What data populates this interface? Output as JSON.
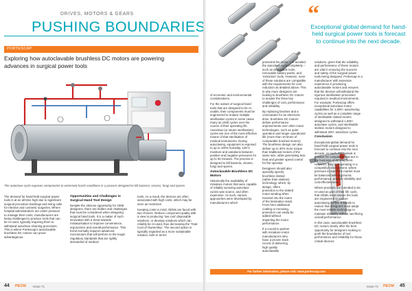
{
  "left": {
    "kicker": "DRIVES, MOTORS & GEARS",
    "headline": "PUSHING BOUNDARIES",
    "tag": "PORTESCAP",
    "standfirst": "Exploring how autoclavable brushless DC motors are powering advances in surgical power tools",
    "caption": "The autoclave cycle exposes components to extremely harsh conditions in a process designed to kill bacteria, viruses, fungi and spores",
    "col1": [
      "The demand for hand-held surgical power tools is at an all-time high due to significant surgical procedure backlogs and rising calls for elective and cosmetic surgeries. Where hospital administrators are under pressure to manage their costs, manufacturers are being challenged to produce tools that can be re-used, typically requiring them to withstand autoclave cleaning processes. This is where Portescap’s autoclavable brushless DC motors can prove advantageous."
    ],
    "col2_heading": "Opportunities and Challenges in Surgical Hand Tool Design",
    "col2": [
      "Despite the obvious opportunity for OEM designers, there are hidden and challenges that must be considered when designing surgical hand tools. It is a matter of such innovation with a trend towards miniaturisation to improve convenience, ergonomics and overall performance. This trend normally requires advanced micromotors that will perform to the tough regulatory standards that are rightly demanded of medical"
    ],
    "col3": [
      "tools. As a result, the devices are often associated with high costs, which may be seen as restrictive.",
      "Keeping costs in mind, OEMs are faced with two choices. Reduce component quality with a view to producing ‘low cost’ disposable solutions, or develop solutions which can reliably be re-used, thus decreasing the ‘Total Cost of Ownership’. The second option is typically regarded as a more sustainable solution, both in terms"
    ],
    "footer": {
      "page": "44",
      "mag": "PECM",
      "issue": "Issue 71"
    }
  },
  "right": {
    "pullquote": "Exceptional global demand for hand-held surgical power tools is forecast to continue into the next decade.",
    "col1": [
      "of economic and environmental considerations.",
      "For the subset of surgical hand tools that are designed to be re-usable, their components must be engineered to endure multiple sterilisation cycles in some cases many as 1000 cycles over the course of their operating life. Autoclave (or steam sterilisation) cycles are one of the most effective means of that sterilisation of medical instruments. During autoclaving, equipment is exposed to up to 100% humidity, 125°C moisture and variations between positive and negative pressures for up to 30 minutes. The process is designed to kill bacteria, viruses, fungi and spores."
    ],
    "col1_heading": "Autoclavable Brushless DC Motors",
    "col1b": [
      "Historically the availability of miniature motors that were capable of reliably surviving autoclave cycles was scarce, and often expensive. As such, various approaches were developed by manufacturers which"
    ],
    "col2": [
      "protected the motor – or avoided the autoclave cycle completely – such as disposable tools, removable battery packs, and ‘extraction’ tools. However, none of these solutions are compatible with the requirements for cost reduction as detailed above. This is why more designers are looking to brushless DC motors to answer the three key challenges of cost, performance and reliability.",
      "By replacing brushes and a commutator for an electronic drive, brushless DC motors deliver performance improvements over other motor technologies, such as quiet operation and longer operational life (more than 10 times of comparable brushed motors). The brushless design can also deliver up to 30% more torque than traditional motors of the same size, while generating less heat and greater speed control for the operator.",
      "Designers should also specially specify brushless slotted (rather than slotless) technology, which, by design, offers protection to the slotted motor winding when inserted into the motor of the lamination stack. From here additional coating or encasing, protection can easily be added without impacting the motor performance.",
      "If a crucial to partner with miniature motor manufacturers who have a proven track record of delivering high quality autoclavable"
    ],
    "col3": [
      "solutions, given that the reliability and performance of these motors are vital in ensuring the success and safety of the surgical power tools being designed. Portescap is a manufacturer with extensive experience in producing autoclavable motors and ensures that the devices will withstand the rigorous sterilisation processes required in medical environments. For example, Portescap offers exceptional autoclave motor capabilities for 1,000+ autoclaving cycles as well as a complete range of sterilisable slotted motors designed to withstand 1,000+ autoclave cycles, and sterilisable slotless motors designed to withstand 300+ autoclave cycles."
    ],
    "col3_heading": "Conclusion",
    "col3b": [
      "Exceptional global demand for hand-held surgical power tools is forecast to continue into the next decade. As such, the outlook is positive for companies that are in the business of development. However, they are operating in a competitive environment, where pressure to reach the market must be balanced with ergonomic performance, product reliability and cost-effectiveness.",
      "Where products are intended to be re-used as part of their life cycle, that OEMs must ensure the tools are engineered to endure autoclaving cycles. It stands to reason that designers must adopt the most reliable technology to maintain reliability without sacrificing overall performance.",
      "In this case, autoclavable brushless DC motors clearly offer the best opportunity for designers looking to push the boundaries of tool performance and reliability for those critical devices."
    ],
    "info_bar": "For further information, please visit: www.portescap.com",
    "footer": {
      "page": "45",
      "mag": "PECM",
      "issue": "Issue 71"
    }
  }
}
